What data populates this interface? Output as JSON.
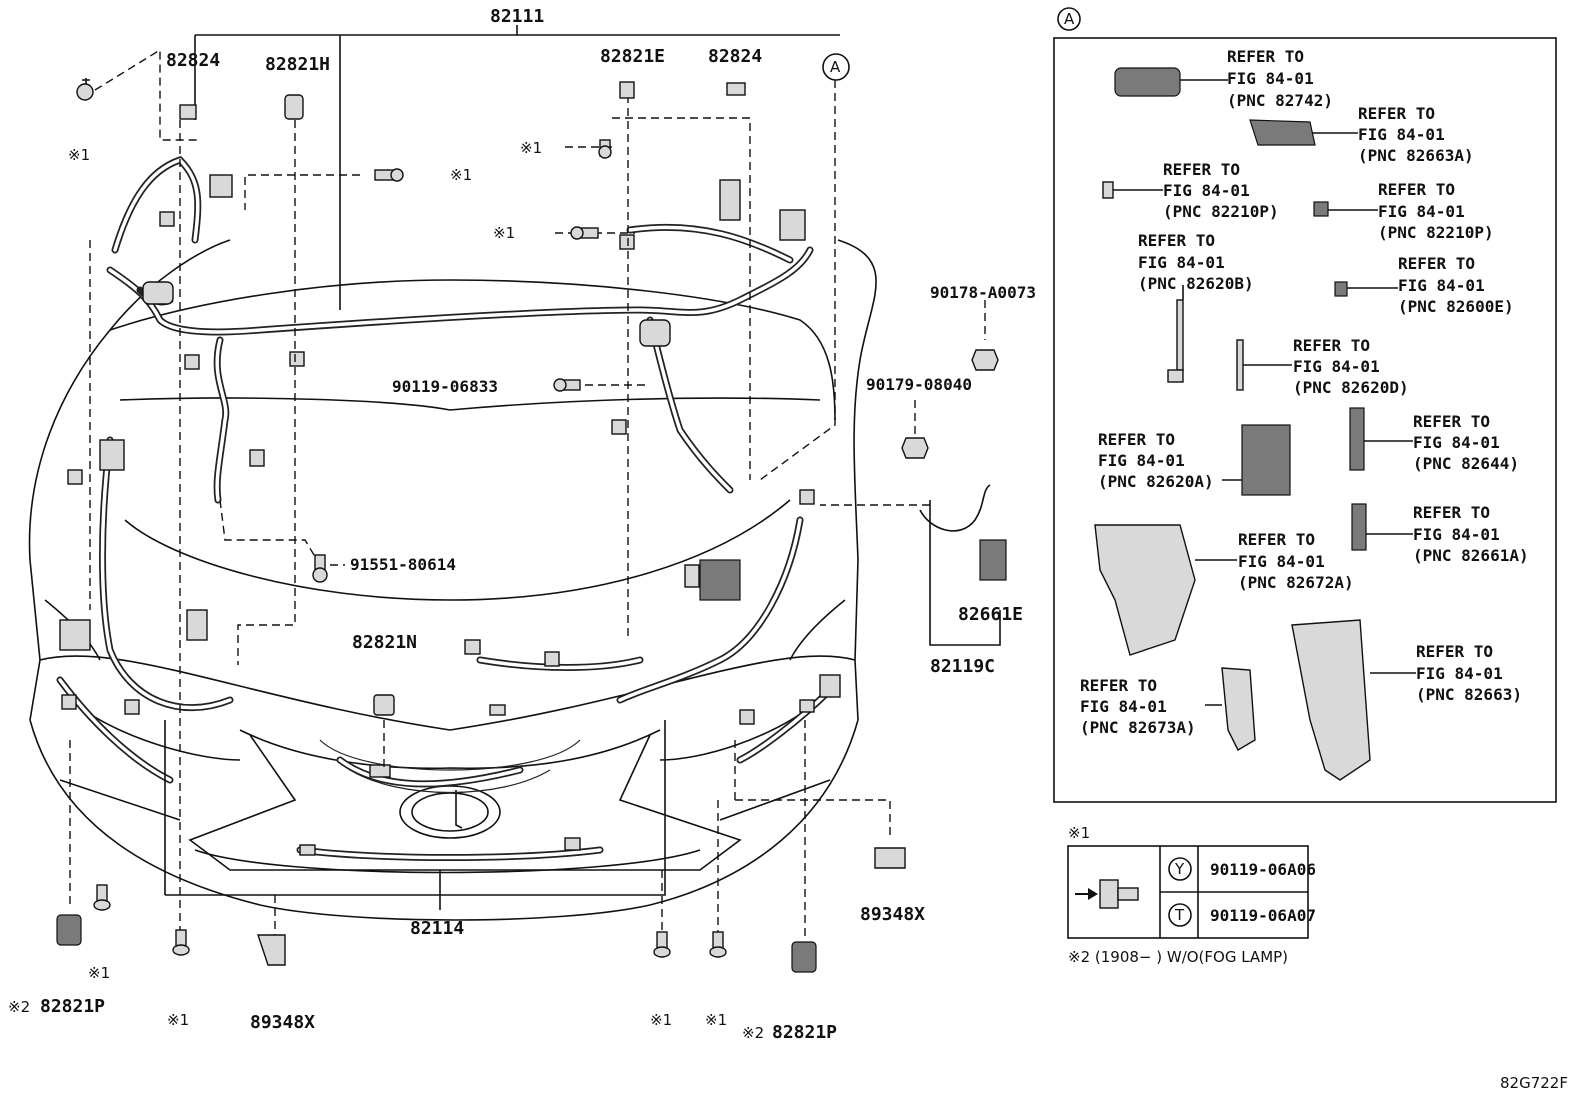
{
  "diagram_code": "82G722F",
  "main_labels": {
    "harness_top": "82111",
    "clip_82824_left": "82824",
    "clip_82821h": "82821H",
    "clip_82821e": "82821E",
    "clip_82824_right": "82824",
    "bolt_90119_06833": "90119-06833",
    "bolt_91551_80614": "91551-80614",
    "clip_82821n": "82821N",
    "harness_82114": "82114",
    "bracket_89348x_left": "89348X",
    "bracket_89348x_right": "89348X",
    "connector_82821p_left": "82821P",
    "connector_82821p_right": "82821P",
    "nut_90178": "90178-A0073",
    "nut_90179": "90179-08040",
    "sensor_82661e": "82661E",
    "wire_82119c": "82119C"
  },
  "marks": {
    "note1": "※1",
    "note2": "※2",
    "circle_a": "A"
  },
  "refer_panel": {
    "title": "A",
    "items": [
      {
        "l1": "REFER TO",
        "l2": "FIG 84-01",
        "l3": "(PNC 82742)"
      },
      {
        "l1": "REFER TO",
        "l2": "FIG 84-01",
        "l3": "(PNC 82663A)"
      },
      {
        "l1": "REFER TO",
        "l2": "FIG 84-01",
        "l3": "(PNC 82210P)"
      },
      {
        "l1": "REFER TO",
        "l2": "FIG 84-01",
        "l3": "(PNC 82210P)"
      },
      {
        "l1": "REFER TO",
        "l2": "FIG 84-01",
        "l3": "(PNC 82620B)"
      },
      {
        "l1": "REFER TO",
        "l2": "FIG 84-01",
        "l3": "(PNC 82600E)"
      },
      {
        "l1": "REFER TO",
        "l2": "FIG 84-01",
        "l3": "(PNC 82620D)"
      },
      {
        "l1": "REFER TO",
        "l2": "FIG 84-01",
        "l3": "(PNC 82620A)"
      },
      {
        "l1": "REFER TO",
        "l2": "FIG 84-01",
        "l3": "(PNC 82644)"
      },
      {
        "l1": "REFER TO",
        "l2": "FIG 84-01",
        "l3": "(PNC 82661A)"
      },
      {
        "l1": "REFER TO",
        "l2": "FIG 84-01",
        "l3": "(PNC 82672A)"
      },
      {
        "l1": "REFER TO",
        "l2": "FIG 84-01",
        "l3": "(PNC 82663)"
      },
      {
        "l1": "REFER TO",
        "l2": "FIG 84-01",
        "l3": "(PNC 82673A)"
      }
    ]
  },
  "note_table": {
    "heading": "※1",
    "rows": [
      {
        "mark": "Y",
        "part": "90119-06A06"
      },
      {
        "mark": "T",
        "part": "90119-06A07"
      }
    ],
    "footnote": "※2 (1908−        ) W/O(FOG LAMP)"
  }
}
